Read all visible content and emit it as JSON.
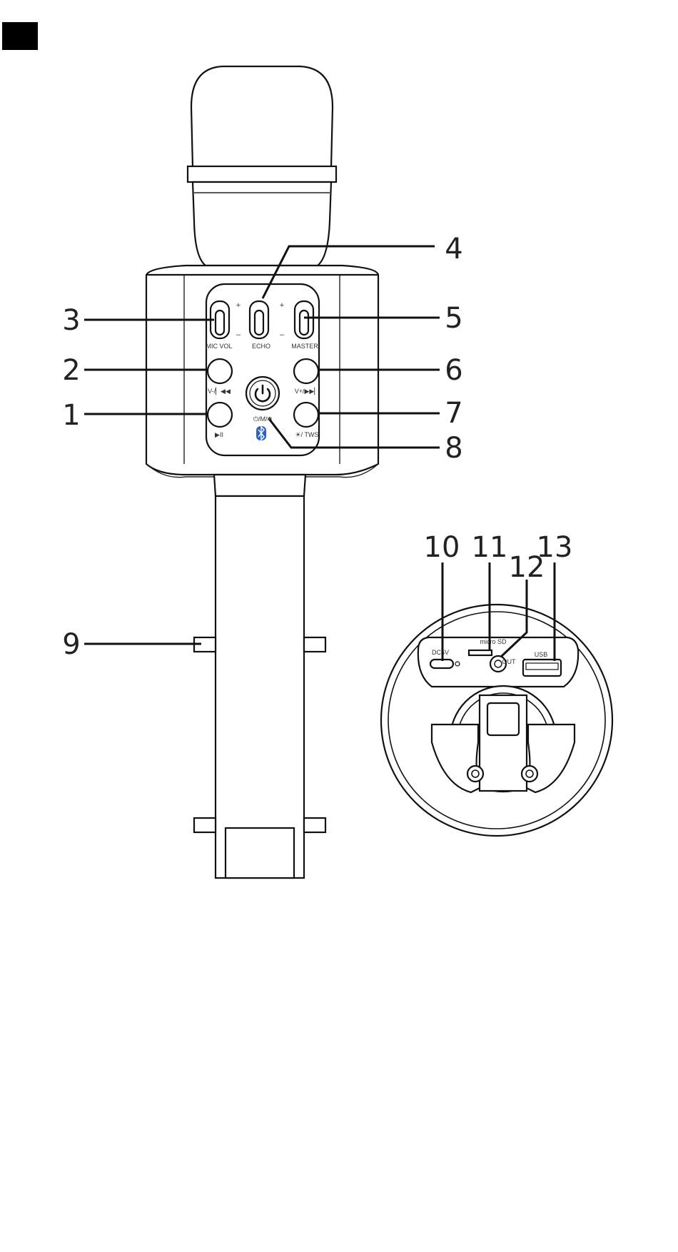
{
  "callouts": {
    "c1": "1",
    "c2": "2",
    "c3": "3",
    "c4": "4",
    "c5": "5",
    "c6": "6",
    "c7": "7",
    "c8": "8",
    "c9": "9",
    "c10": "10",
    "c11": "11",
    "c12": "12",
    "c13": "13"
  },
  "panel_labels": {
    "plus_left": "+",
    "plus_mid": "+",
    "minus_left": "–",
    "minus_mid": "–",
    "mic_vol": "MIC VOL",
    "echo": "ECHO",
    "master": "MASTER",
    "prev": "V-/▏◀◀",
    "next": "V+/▶▶▏",
    "play": "▶II",
    "mode": "⏻/M/✱",
    "light_tws": "☀/ TWS"
  },
  "port_labels": {
    "dc5v": "DC5V",
    "micro_sd": "micro SD",
    "out": "OUT",
    "usb": "USB"
  },
  "colors": {
    "bluetooth": "#2a62c9",
    "line": "#111111",
    "marker": "#000000"
  }
}
